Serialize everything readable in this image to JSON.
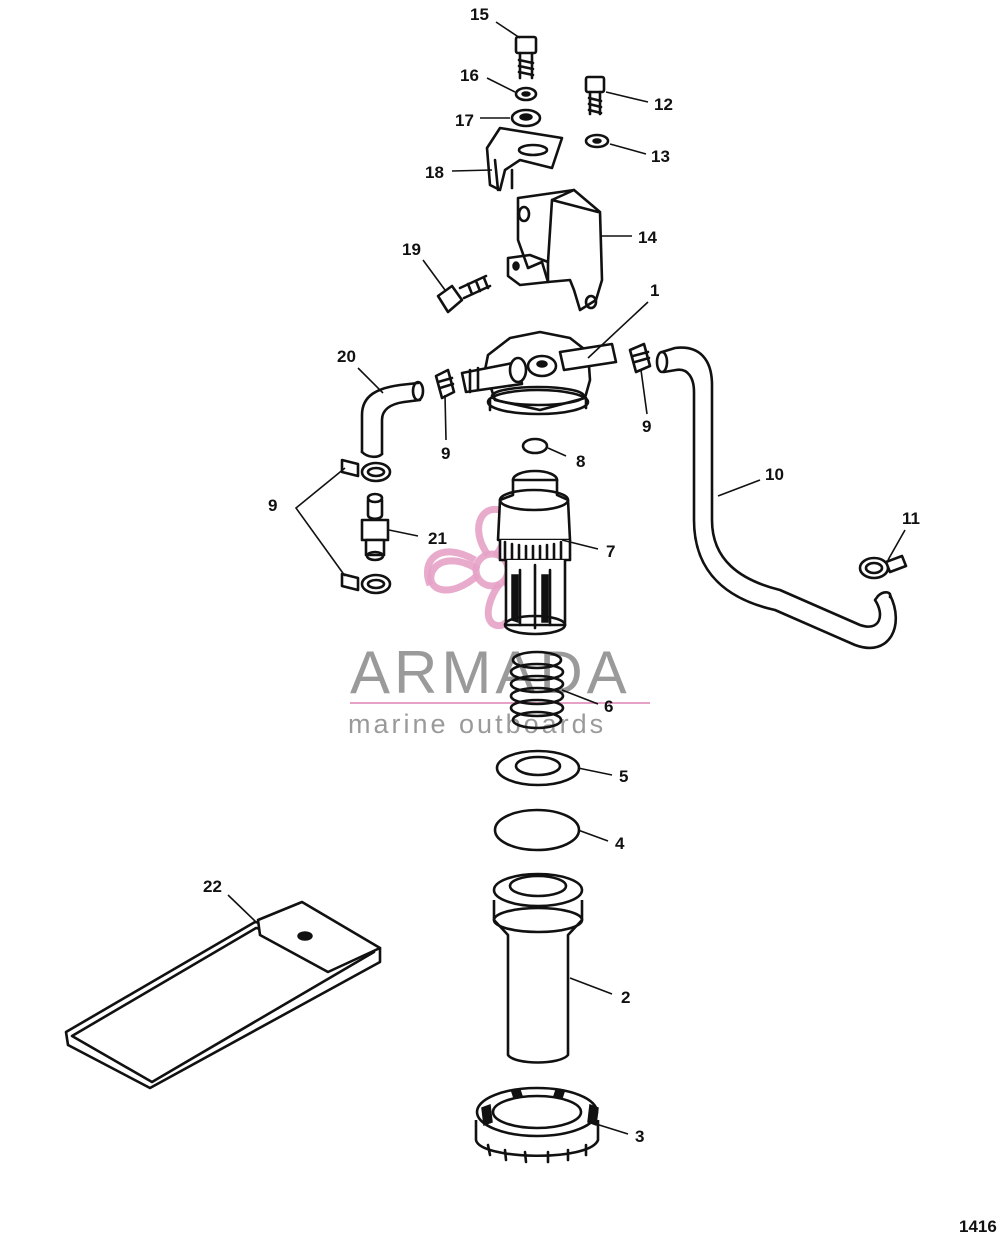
{
  "watermark": {
    "brand": "ARMADA",
    "tagline": "marine outboards",
    "logo_icon": "propeller-logo-icon",
    "logo_color": "#e6a2c6",
    "text_color": "#9a9a9a"
  },
  "callouts": {
    "c1": "1",
    "c2": "2",
    "c3": "3",
    "c4": "4",
    "c5": "5",
    "c6": "6",
    "c7": "7",
    "c8": "8",
    "c9a": "9",
    "c9b": "9",
    "c9c": "9",
    "c10": "10",
    "c11": "11",
    "c12": "12",
    "c13": "13",
    "c14": "14",
    "c15": "15",
    "c16": "16",
    "c17": "17",
    "c18": "18",
    "c19": "19",
    "c20": "20",
    "c21": "21",
    "c22": "22"
  },
  "reference_code": "1416",
  "line_color": "#111111"
}
